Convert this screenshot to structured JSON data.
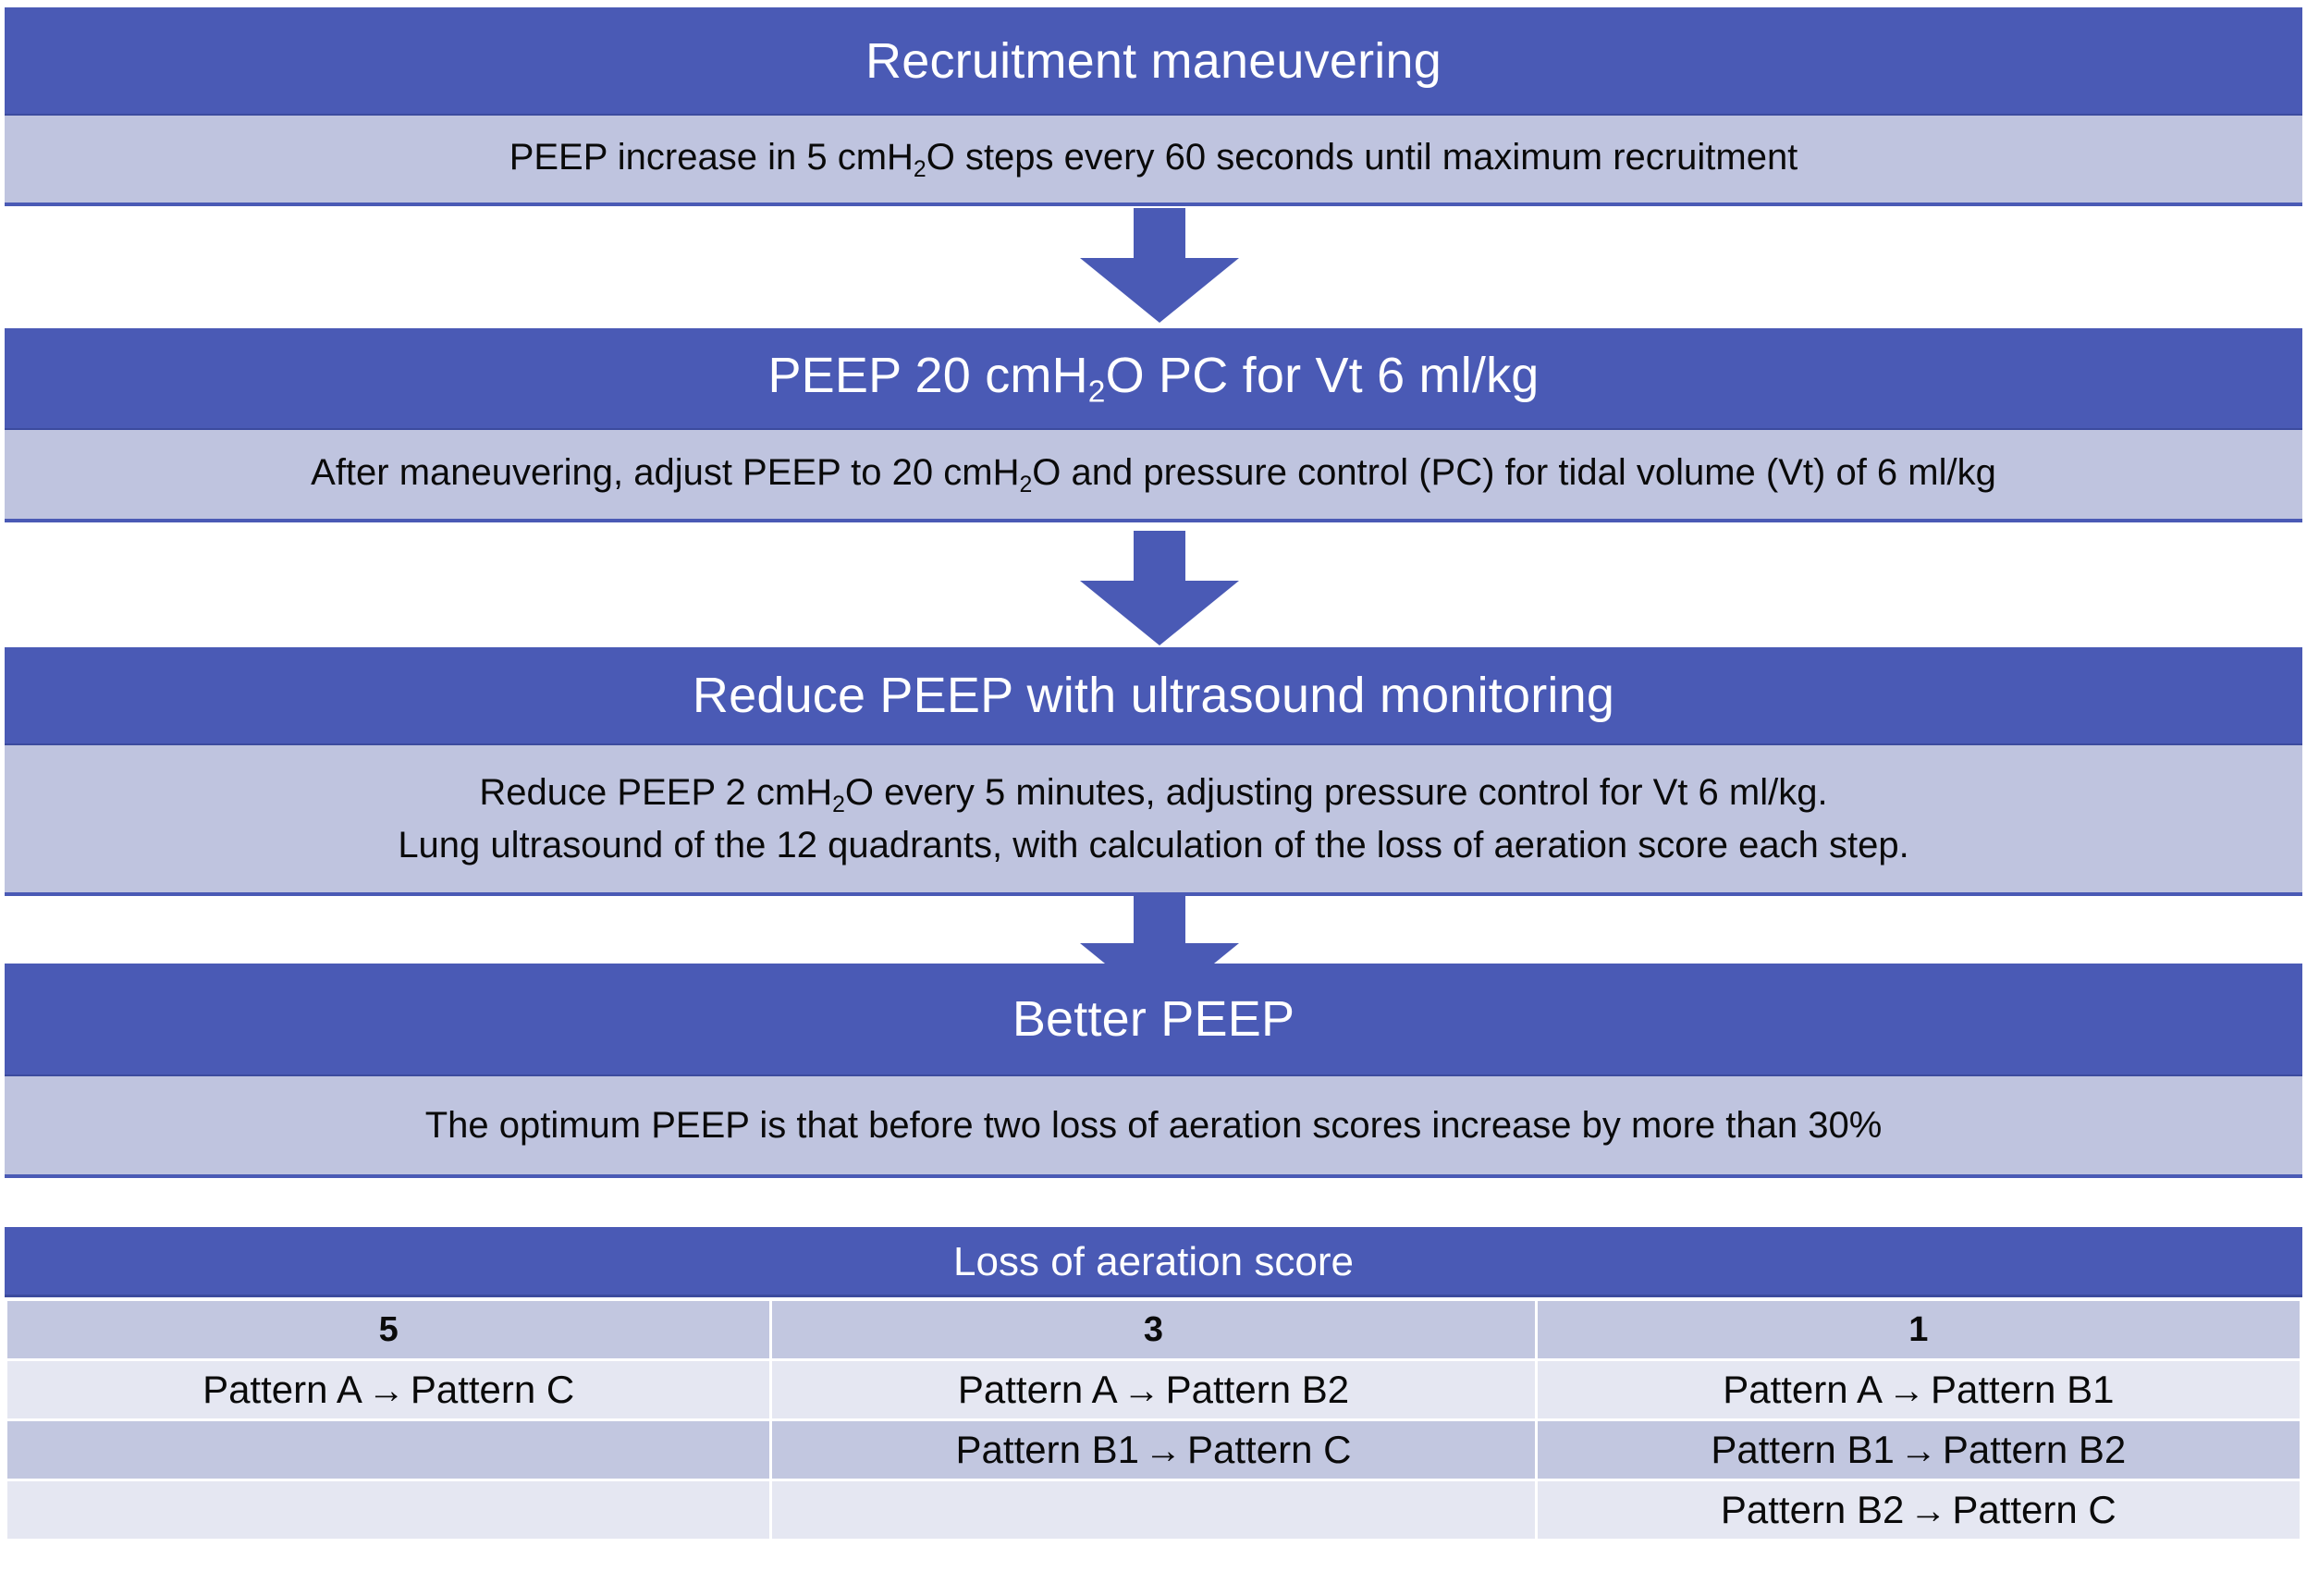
{
  "accent": {
    "header_blue": "#4a5ab5",
    "body_blue": "#bfc4df",
    "row_light": "#e5e7f2",
    "row_dark": "#c2c7e0",
    "text_dark": "#0a0a0a",
    "text_light": "#ffffff"
  },
  "flow": {
    "steps": [
      {
        "title_pre": "Recruitment maneuvering",
        "title_sub": "",
        "title_post": "",
        "body_lines": [
          {
            "pre": "PEEP increase in 5 cmH",
            "sub": "2",
            "post": "O steps every 60 seconds until maximum recruitment"
          }
        ]
      },
      {
        "title_pre": "PEEP 20 cmH",
        "title_sub": "2",
        "title_post": "O PC for Vt 6 ml/kg",
        "body_lines": [
          {
            "pre": "After maneuvering, adjust PEEP to 20 cmH",
            "sub": "2",
            "post": "O and pressure control (PC) for tidal volume (Vt) of 6 ml/kg"
          }
        ]
      },
      {
        "title_pre": "Reduce PEEP with ultrasound monitoring",
        "title_sub": "",
        "title_post": "",
        "body_lines": [
          {
            "pre": "Reduce PEEP 2 cmH",
            "sub": "2",
            "post": "O every 5 minutes, adjusting pressure control for Vt 6 ml/kg."
          },
          {
            "pre": "Lung ultrasound of the 12 quadrants, with calculation of the loss of aeration score each step.",
            "sub": "",
            "post": ""
          }
        ]
      },
      {
        "title_pre": "Better PEEP",
        "title_sub": "",
        "title_post": "",
        "body_lines": [
          {
            "pre": "The optimum PEEP is that before two loss of aeration scores increase by more than 30%",
            "sub": "",
            "post": ""
          }
        ]
      }
    ],
    "connector_icon": "down-arrow-icon",
    "connector_count": 3
  },
  "table": {
    "title": "Loss of aeration score",
    "columns": [
      "5",
      "3",
      "1"
    ],
    "rows": [
      [
        {
          "from": "Pattern A",
          "arrow": "→",
          "to": "Pattern C"
        },
        {
          "from": "Pattern A",
          "arrow": "→",
          "to": "Pattern B2"
        },
        {
          "from": "Pattern A",
          "arrow": "→",
          "to": "Pattern B1"
        }
      ],
      [
        {
          "from": "",
          "arrow": "",
          "to": ""
        },
        {
          "from": "Pattern B1",
          "arrow": "→",
          "to": "Pattern C"
        },
        {
          "from": "Pattern B1",
          "arrow": "→",
          "to": "Pattern B2"
        }
      ],
      [
        {
          "from": "",
          "arrow": "",
          "to": ""
        },
        {
          "from": "",
          "arrow": "",
          "to": ""
        },
        {
          "from": "Pattern B2",
          "arrow": "→",
          "to": "Pattern C"
        }
      ]
    ]
  }
}
